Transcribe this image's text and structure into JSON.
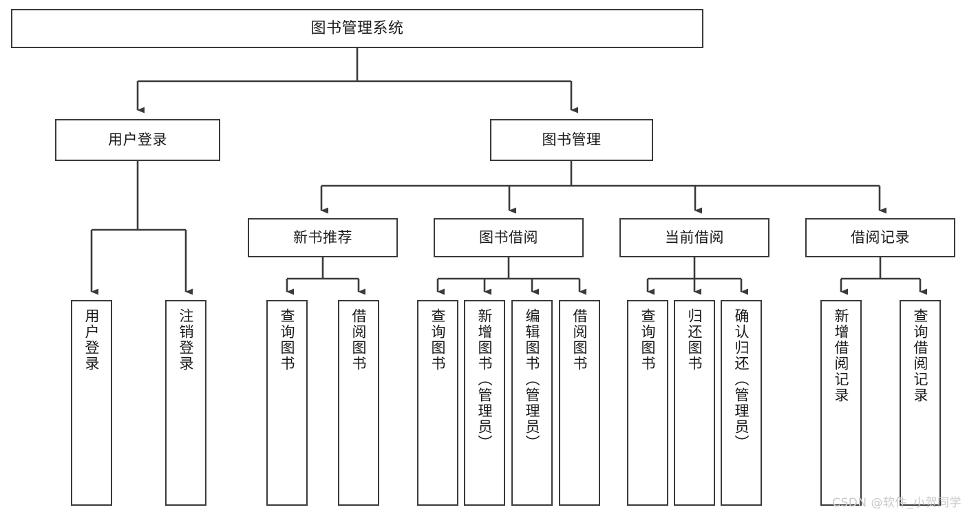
{
  "diagram": {
    "title": "图书管理系统",
    "type": "tree-hierarchy-chart",
    "colors": {
      "background": "#ffffff",
      "box_border": "#3a3a3a",
      "box_fill": "#ffffff",
      "text": "#1a1a1a",
      "connector": "#3a3a3a",
      "watermark": "#c9c9c9"
    },
    "root": {
      "label": "图书管理系统"
    },
    "level2": [
      {
        "label": "用户登录"
      },
      {
        "label": "图书管理"
      }
    ],
    "level3": [
      {
        "label": "新书推荐"
      },
      {
        "label": "图书借阅"
      },
      {
        "label": "当前借阅"
      },
      {
        "label": "借阅记录"
      }
    ],
    "leaves": {
      "user_login": [
        {
          "label": "用户登录"
        },
        {
          "label": "注销登录"
        }
      ],
      "new_book": [
        {
          "label": "查询图书"
        },
        {
          "label": "借阅图书"
        }
      ],
      "book_borrow": [
        {
          "label": "查询图书"
        },
        {
          "label": "新增图书（管理员）"
        },
        {
          "label": "编辑图书（管理员）"
        },
        {
          "label": "借阅图书"
        }
      ],
      "current_borrow": [
        {
          "label": "查询图书"
        },
        {
          "label": "归还图书"
        },
        {
          "label": "确认归还（管理员）"
        }
      ],
      "borrow_record": [
        {
          "label": "新增借阅记录"
        },
        {
          "label": "查询借阅记录"
        }
      ]
    }
  },
  "watermark": {
    "text": "CSDN @软件_小贺同学"
  }
}
